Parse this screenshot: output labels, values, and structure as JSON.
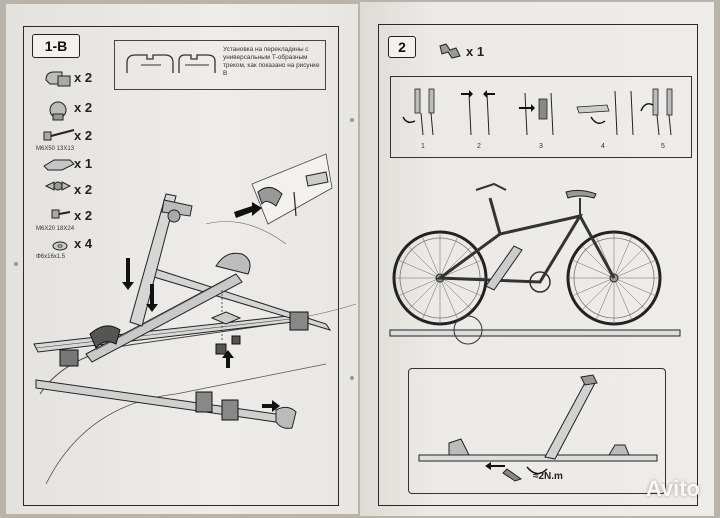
{
  "left_page": {
    "step_label": "1-B",
    "note_text": "Установка на перекладины с универсальным Т-образным треком, как показано на рисунке B",
    "parts": [
      {
        "icon": "clamp-icon",
        "qty": "x 2",
        "spec": ""
      },
      {
        "icon": "knob-icon",
        "qty": "x 2",
        "spec": ""
      },
      {
        "icon": "long-bolt-icon",
        "qty": "x 2",
        "spec": "M6X50  13X13"
      },
      {
        "icon": "bracket-icon",
        "qty": "x 1",
        "spec": ""
      },
      {
        "icon": "wing-nut-icon",
        "qty": "x 2",
        "spec": ""
      },
      {
        "icon": "short-bolt-icon",
        "qty": "x 2",
        "spec": "M6X20  18X24"
      },
      {
        "icon": "washer-icon",
        "qty": "x 4",
        "spec": "Φ6x16x1.5"
      }
    ]
  },
  "right_page": {
    "step_label": "2",
    "key_qty": "x 1",
    "substeps": [
      "1",
      "2",
      "3",
      "4",
      "5"
    ],
    "torque": "≈2N.m"
  },
  "watermark": "Avito"
}
